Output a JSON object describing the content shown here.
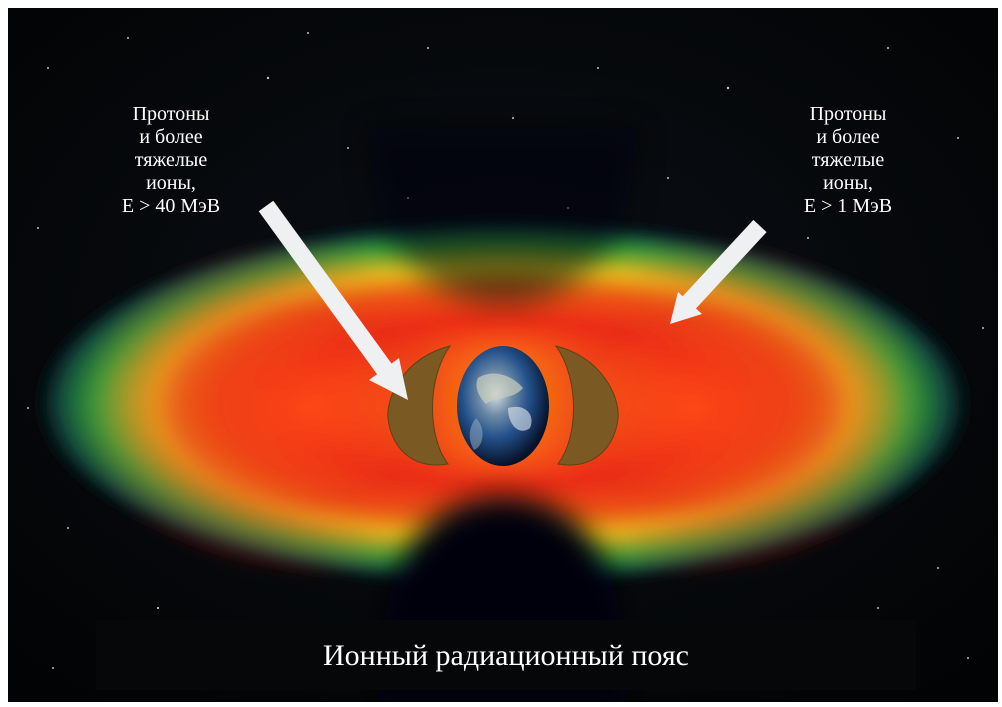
{
  "labels": {
    "left": {
      "lines": [
        "Протоны",
        "и более",
        "тяжелые",
        "ионы,",
        "E > 40 МэВ"
      ]
    },
    "right": {
      "lines": [
        "Протоны",
        "и более",
        "тяжелые",
        "ионы,",
        "E > 1 МэВ"
      ]
    }
  },
  "caption": "Ионный радиационный пояс",
  "colors": {
    "background": "#040608",
    "belt_outer": "#1f8f3a",
    "belt_mid": "#e0e020",
    "belt_inner": "#e8261e",
    "inner_crescent": "#7a5a22",
    "arrow": "#eef0f2",
    "text": "#ffffff"
  },
  "icons": [
    "earth-globe",
    "arrow-pointer"
  ]
}
